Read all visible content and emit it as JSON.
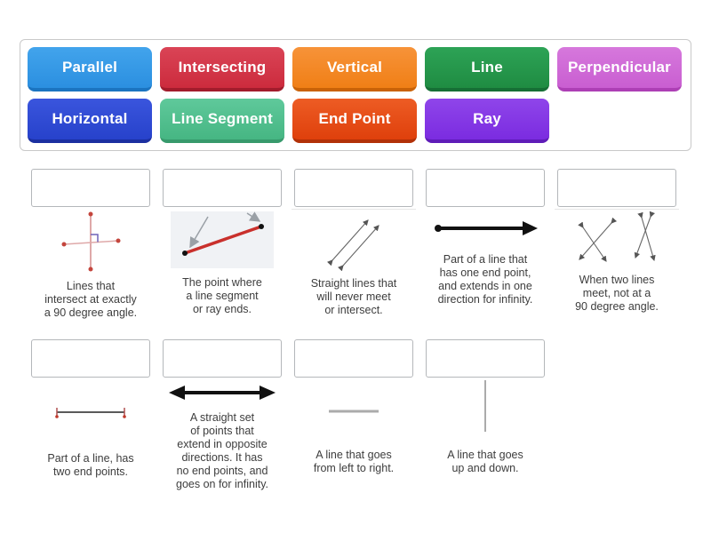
{
  "word_bank": {
    "tiles": [
      {
        "label": "Parallel",
        "top": "#42a4ec",
        "main": "#2b8fe0",
        "dark": "#1b74c0"
      },
      {
        "label": "Intersecting",
        "top": "#da4456",
        "main": "#cc2b3d",
        "dark": "#a21c2c"
      },
      {
        "label": "Vertical",
        "top": "#f79339",
        "main": "#f07f16",
        "dark": "#c96207"
      },
      {
        "label": "Line",
        "top": "#2da356",
        "main": "#1f8c42",
        "dark": "#166f35"
      },
      {
        "label": "Perpendicular",
        "top": "#d678dc",
        "main": "#c95ed1",
        "dark": "#ad3fb5"
      },
      {
        "label": "Horizontal",
        "top": "#3a55dd",
        "main": "#2742cb",
        "dark": "#1b2fa0"
      },
      {
        "label": "Line Segment",
        "top": "#5fc99b",
        "main": "#46b683",
        "dark": "#379a6c"
      },
      {
        "label": "End Point",
        "top": "#ed5c24",
        "main": "#df400c",
        "dark": "#b23108"
      },
      {
        "label": "Ray",
        "top": "#8f45ea",
        "main": "#7b2ce0",
        "dark": "#5f1cb8"
      }
    ]
  },
  "items": [
    {
      "figure": "perpendicular-lines",
      "text": "Lines that\nintersect at exactly\na 90 degree angle."
    },
    {
      "figure": "end-point",
      "text": "The point where\na line segment\nor ray ends."
    },
    {
      "figure": "parallel-lines",
      "text": "Straight lines that\nwill never meet\nor intersect."
    },
    {
      "figure": "ray",
      "text": "Part of a line that\nhas one end point,\nand extends in one\ndirection for infinity."
    },
    {
      "figure": "intersecting-lines",
      "text": "When two lines\nmeet, not at a\n90 degree angle."
    },
    {
      "figure": "line-segment",
      "text": "Part of a line, has\ntwo end points."
    },
    {
      "figure": "line",
      "text": "A straight set\nof points that\nextend in opposite\ndirections. It has\nno end points, and\ngoes on for infinity."
    },
    {
      "figure": "horizontal-line",
      "text": "A line that goes\nfrom left to right."
    },
    {
      "figure": "vertical-line",
      "text": "A line that goes\nup and down."
    }
  ],
  "colors": {
    "slot_border": "#b4b7ba",
    "bank_border": "#c9c9c9",
    "caption_text": "#3d3d3d",
    "figure_red": "#c9302c",
    "figure_gray": "#9aa0a6",
    "figure_black": "#111111"
  }
}
